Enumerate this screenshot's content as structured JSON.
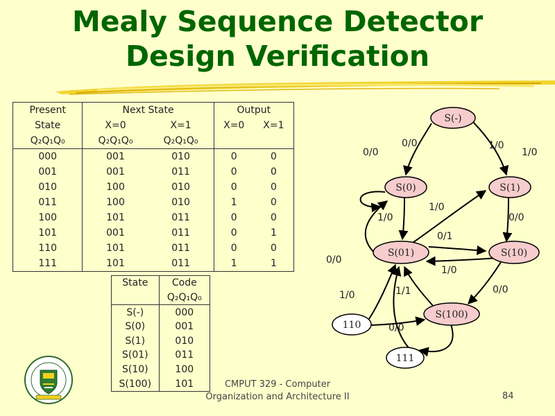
{
  "title_line1": "Mealy Sequence Detector",
  "title_line2": "Design Verification",
  "state_table": {
    "h_present": "Present",
    "h_state": "State",
    "h_next": "Next State",
    "h_output": "Output",
    "h_x0": "X=0",
    "h_x1": "X=1",
    "h_q": "Q₂Q₁Q₀",
    "rows": [
      [
        "000",
        "001",
        "010",
        "0",
        "0"
      ],
      [
        "001",
        "001",
        "011",
        "0",
        "0"
      ],
      [
        "010",
        "100",
        "010",
        "0",
        "0"
      ],
      [
        "011",
        "100",
        "010",
        "1",
        "0"
      ],
      [
        "100",
        "101",
        "011",
        "0",
        "0"
      ],
      [
        "101",
        "001",
        "011",
        "0",
        "1"
      ],
      [
        "110",
        "101",
        "011",
        "0",
        "0"
      ],
      [
        "111",
        "101",
        "011",
        "1",
        "1"
      ]
    ]
  },
  "code_table": {
    "h_state": "State",
    "h_code": "Code",
    "h_q": "Q₂Q₁Q₀",
    "rows": [
      [
        "S(-)",
        "000"
      ],
      [
        "S(0)",
        "001"
      ],
      [
        "S(1)",
        "010"
      ],
      [
        "S(01)",
        "011"
      ],
      [
        "S(10)",
        "100"
      ],
      [
        "S(100)",
        "101"
      ]
    ]
  },
  "diagram": {
    "states": {
      "s_dash": "S(-)",
      "s0": "S(0)",
      "s1": "S(1)",
      "s01": "S(01)",
      "s10": "S(10)",
      "s100": "S(100)",
      "s110": "110",
      "s111": "111"
    },
    "labels": {
      "e_dash_s0_a": "0/0",
      "e_dash_s0_b": "0/0",
      "e_dash_s1_a": "1/0",
      "e_dash_s1_b": "1/0",
      "e_s0_s01": "1/0",
      "e_s01_s1": "1/0",
      "e_s1_s10": "0/0",
      "e_s01_s10": "0/1",
      "e_s10_s01": "1/0",
      "e_s01_s0": "0/0",
      "e_s10_s100": "0/0",
      "e_110_s01": "1/0",
      "e_s100_s01": "1/1",
      "e_110_s100": "0/0"
    },
    "colors": {
      "state_fill": "#f7cccc",
      "plain_fill": "#ffffff",
      "line": "#000000"
    }
  },
  "footer_line1": "CMPUT 329 - Computer",
  "footer_line2": "Organization and Architecture II",
  "page_number": "84",
  "colors": {
    "background": "#ffffcc",
    "title": "#006600",
    "underline": "#e8c410"
  }
}
